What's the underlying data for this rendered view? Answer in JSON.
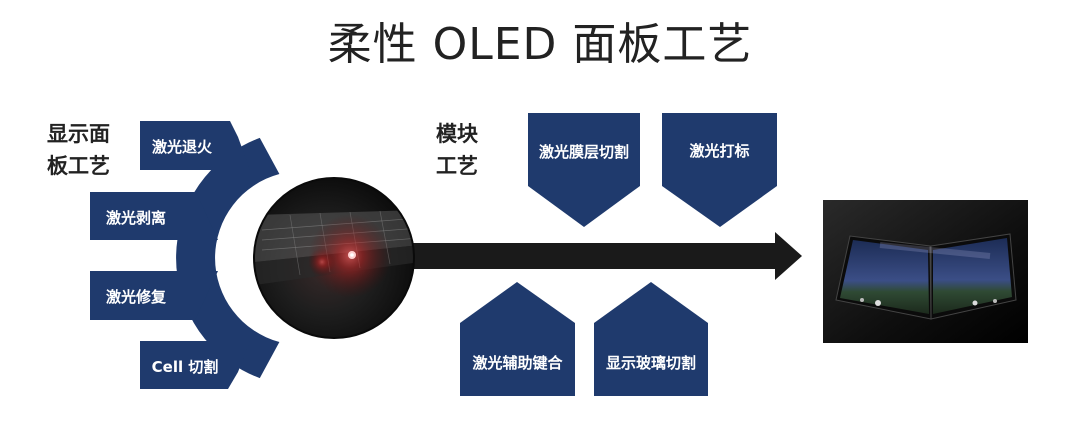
{
  "title": "柔性 OLED 面板工艺",
  "display_group": {
    "label_line1": "显示面",
    "label_line2": "板工艺",
    "steps": [
      "激光退火",
      "激光剥离",
      "激光修复",
      "Cell 切割"
    ]
  },
  "module_group": {
    "label_line1": "模块",
    "label_line2": "工艺",
    "top_steps": [
      "激光膜层切割",
      "激光打标"
    ],
    "bottom_steps": [
      "激光辅助键合",
      "显示玻璃切割"
    ]
  },
  "colors": {
    "navy": "#1f3a6d",
    "arrow": "#1a1a1a",
    "text": "#222222"
  }
}
